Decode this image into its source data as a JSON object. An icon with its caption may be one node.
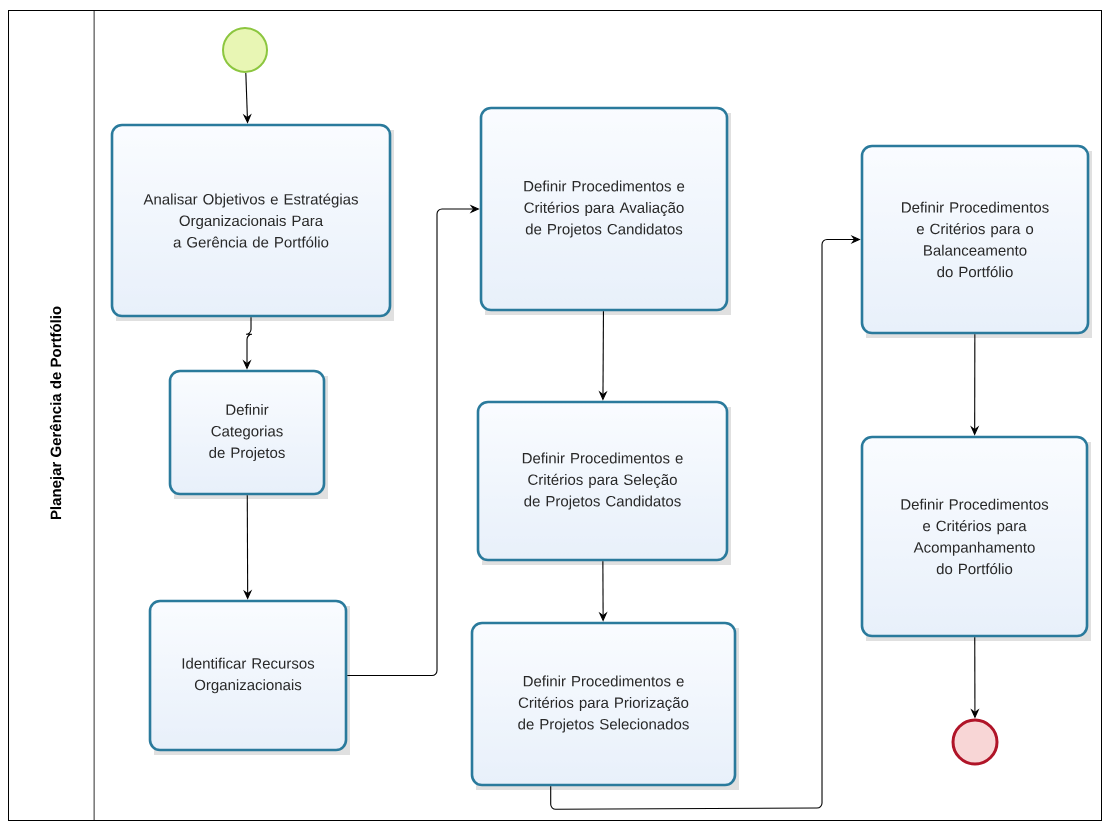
{
  "diagram": {
    "nodes": [
      {
        "text": [
          "Planejar Gerência de Portfólio"
        ]
      },
      {
        "text": [],
        "shape": "circle",
        "in": 0
      },
      {
        "text": [
          "Analisar Objetivos e Estratégias Organizacionais Para a Gerência de Portfólio"
        ],
        "in": 0
      },
      {
        "text": [
          "Definir Categorias de Projetos"
        ],
        "in": 0
      },
      {
        "text": [
          "Identificar Recursos Organizacionais"
        ],
        "in": 0
      },
      {
        "text": [
          "Definir Procedimentos e Critérios para Avaliação de Projetos Candidatos"
        ],
        "in": 0
      },
      {
        "text": [
          "Definir Procedimentos e Critérios para Seleção de Projetos Candidatos"
        ],
        "in": 0
      },
      {
        "text": [
          "Definir Procedimentos e Critérios para Priorização de Projetos Selecionados"
        ],
        "in": 0
      },
      {
        "text": [
          "Definir Procedimentos e Critérios para o Balanceamento do Portfólio"
        ],
        "in": 0
      },
      {
        "text": [
          "Definir Procedimentos e Critérios para Acompanhamento do Portfólio"
        ],
        "in": 0
      },
      {
        "text": [],
        "shape": "circle",
        "in": 0
      }
    ],
    "edges": [
      {
        "from": 1,
        "to": 2,
        "arrow": "to"
      },
      {
        "from": 2,
        "to": 3,
        "arrow": "to"
      },
      {
        "from": 3,
        "to": 4,
        "arrow": "to"
      },
      {
        "from": 4,
        "to": 5,
        "arrow": "to"
      },
      {
        "from": 5,
        "to": 6,
        "arrow": "to"
      },
      {
        "from": 6,
        "to": 7,
        "arrow": "to"
      },
      {
        "from": 7,
        "to": 8,
        "arrow": "to"
      },
      {
        "from": 8,
        "to": 9,
        "arrow": "to"
      },
      {
        "from": 9,
        "to": 10,
        "arrow": "to"
      }
    ]
  }
}
